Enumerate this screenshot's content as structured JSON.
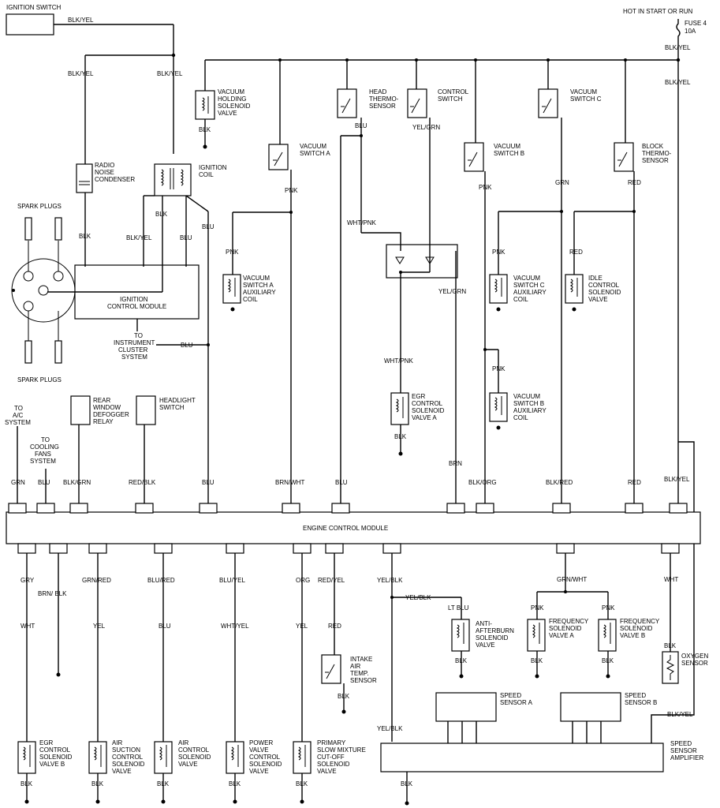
{
  "title_top_left": "IGNITION SWITCH",
  "labels": {
    "hot_in_start": "HOT IN START OR RUN",
    "fuse": "FUSE 4",
    "fuse_amp": "10A",
    "ecm": "ENGINE CONTROL MODULE",
    "ign_module": [
      "IGNITION",
      "CONTROL MODULE"
    ],
    "to_instrument": [
      "TO",
      "INSTRUMENT",
      "CLUSTER",
      "SYSTEM"
    ],
    "to_ac": [
      "TO",
      "A/C",
      "SYSTEM"
    ],
    "to_cooling": [
      "TO",
      "COOLING",
      "FANS",
      "SYSTEM"
    ],
    "spark_plugs_top": "SPARK PLUGS",
    "spark_plugs_bottom": "SPARK PLUGS"
  },
  "components": {
    "vac_holding": [
      "VACUUM",
      "HOLDING",
      "SOLENOID",
      "VALVE"
    ],
    "radio_noise": [
      "RADIO",
      "NOISE",
      "CONDENSER"
    ],
    "ignition_coil": [
      "IGNITION",
      "COIL"
    ],
    "vac_switch_a": [
      "VACUUM",
      "SWITCH A"
    ],
    "head_thermo": [
      "HEAD",
      "THERMO-",
      "SENSOR"
    ],
    "control_switch": [
      "CONTROL",
      "SWITCH"
    ],
    "vac_switch_b": [
      "VACUUM",
      "SWITCH B"
    ],
    "vac_switch_c": [
      "VACUUM",
      "SWITCH C"
    ],
    "block_thermo": [
      "BLOCK",
      "THERMO-",
      "SENSOR"
    ],
    "vac_a_aux": [
      "VACUUM",
      "SWITCH A",
      "AUXILIARY",
      "COIL"
    ],
    "vac_c_aux": [
      "VACUUM",
      "SWITCH C",
      "AUXILIARY",
      "COIL"
    ],
    "idle_control": [
      "IDLE",
      "CONTROL",
      "SOLENOID",
      "VALVE"
    ],
    "egr_a": [
      "EGR",
      "CONTROL",
      "SOLENOID",
      "VALVE A"
    ],
    "vac_b_aux": [
      "VACUUM",
      "SWITCH B",
      "AUXILIARY",
      "COIL"
    ],
    "rear_defogger": [
      "REAR",
      "WINDOW",
      "DEFOGGER",
      "RELAY"
    ],
    "headlight": [
      "HEADLIGHT",
      "SWITCH"
    ],
    "anti_afterburn": [
      "ANTI-",
      "AFTERBURN",
      "SOLENOID",
      "VALVE"
    ],
    "freq_a": [
      "FREQUENCY",
      "SOLENOID",
      "VALVE A"
    ],
    "freq_b": [
      "FREQUENCY",
      "SOLENOID",
      "VALVE B"
    ],
    "oxygen": [
      "OXYGEN",
      "SENSOR"
    ],
    "intake_air": [
      "INTAKE",
      "AIR",
      "TEMP.",
      "SENSOR"
    ],
    "speed_a": [
      "SPEED",
      "SENSOR A"
    ],
    "speed_b": [
      "SPEED",
      "SENSOR B"
    ],
    "speed_amp": [
      "SPEED",
      "SENSOR",
      "AMPLIFIER"
    ],
    "egr_b": [
      "EGR",
      "CONTROL",
      "SOLENOID",
      "VALVE B"
    ],
    "air_suction": [
      "AIR",
      "SUCTION",
      "CONTROL",
      "SOLENOID",
      "VALVE"
    ],
    "air_control": [
      "AIR",
      "CONTROL",
      "SOLENOID",
      "VALVE"
    ],
    "power_valve": [
      "POWER",
      "VALVE",
      "CONTROL",
      "SOLENOID",
      "VALVE"
    ],
    "primary_slow": [
      "PRIMARY",
      "SLOW MIXTURE",
      "CUT-OFF",
      "SOLENOID",
      "VALVE"
    ]
  },
  "wires": {
    "blk_yel": "BLK/YEL",
    "blk": "BLK",
    "blu": "BLU",
    "pnk": "PNK",
    "yel_grn": "YEL/GRN",
    "grn": "GRN",
    "red": "RED",
    "wht_pnk": "WHT/PNK",
    "brn": "BRN",
    "lt_blu": "LT BLU",
    "blk_grn": "BLK/GRN",
    "red_blk": "RED/BLK",
    "brn_wht": "BRN/WHT",
    "blk_org": "BLK/ORG",
    "blk_red": "BLK/RED",
    "gry": "GRY",
    "brn_blk": "BRN/ BLK",
    "grn_red": "GRN/RED",
    "blu_red": "BLU/RED",
    "blu_yel": "BLU/YEL",
    "org": "ORG",
    "red_yel": "RED/YEL",
    "yel_blk": "YEL/BLK",
    "grn_wht": "GRN/WHT",
    "wht": "WHT",
    "yel": "YEL",
    "wht_yel": "WHT/YEL"
  }
}
